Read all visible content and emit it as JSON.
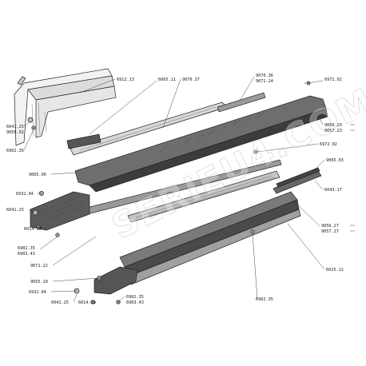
{
  "diagram": {
    "watermark": "SERIEU4.COM",
    "labels": {
      "p6912_13": "6912.13",
      "p6065_11": "6065.11",
      "p9070_37": "9070.37",
      "p9070_36": "9070.36",
      "p9071_24": "9071.24",
      "p6972_02": "6972.02",
      "p6041_25_a": "6041.25",
      "p9056_02": "9056.02",
      "p6902_35_a": "6902.35",
      "p9056_29": "9056.29",
      "p9057_23": "9057.23",
      "p6972_02_b": "6972.02",
      "p9065_06": "9065.06",
      "p9065_03": "9065.03",
      "p6932_04_a": "6932.04",
      "p6043_17": "6043.17",
      "p6041_25_b": "6041.25",
      "p6014_18_a": "6014.18",
      "p9056_27": "9056.27",
      "p9057_27": "9057.27",
      "p6902_35_b": "6902.35",
      "p6903_43_a": "6903.43",
      "p9071_22": "9071.22",
      "p6015_12": "6015.12",
      "p9055_10": "9055.10",
      "p6932_04_b": "6932.04",
      "p6902_35_c": "6902.35",
      "p6041_25_c": "6041.25",
      "p6014_18_b": "6014.18",
      "p6902_35_d": "6902.35",
      "p6903_43_b": "6903.43"
    }
  }
}
